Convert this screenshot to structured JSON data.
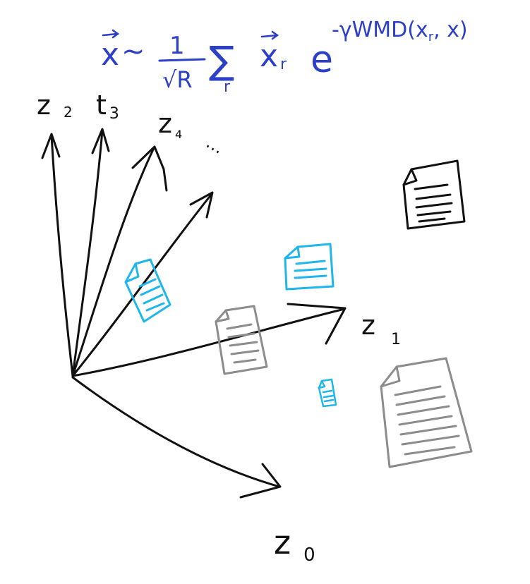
{
  "formula": {
    "lhs": "x",
    "sim": "~",
    "frac_num": "1",
    "frac_den": "√R",
    "sum_symbol": "∑",
    "sum_index": "r",
    "term": "x",
    "term_sub": "r",
    "exp_base": "e",
    "exponent": "-γWMD(x",
    "exponent_sub": "r",
    "exponent_tail": ", x)",
    "color": "#2b3fc9"
  },
  "axes": {
    "z0": {
      "name": "z",
      "sub": "0"
    },
    "z1": {
      "name": "z",
      "sub": "1"
    },
    "z2": {
      "name": "z",
      "sub": "2"
    },
    "z3": {
      "name": "t",
      "sub": "3"
    },
    "z4": {
      "name": "z",
      "sub": "4"
    },
    "ellipsis": "⋯"
  },
  "colors": {
    "ink": "#111111",
    "cyan": "#1fb6ec",
    "gray": "#8c8c8c",
    "formula": "#2b3fc9"
  },
  "documents": [
    {
      "id": "doc-black",
      "color": "black"
    },
    {
      "id": "doc-cyan-tilted",
      "color": "cyan"
    },
    {
      "id": "doc-cyan-mid",
      "color": "cyan"
    },
    {
      "id": "doc-gray-mid",
      "color": "gray"
    },
    {
      "id": "doc-cyan-small",
      "color": "cyan"
    },
    {
      "id": "doc-gray-large",
      "color": "gray"
    }
  ]
}
